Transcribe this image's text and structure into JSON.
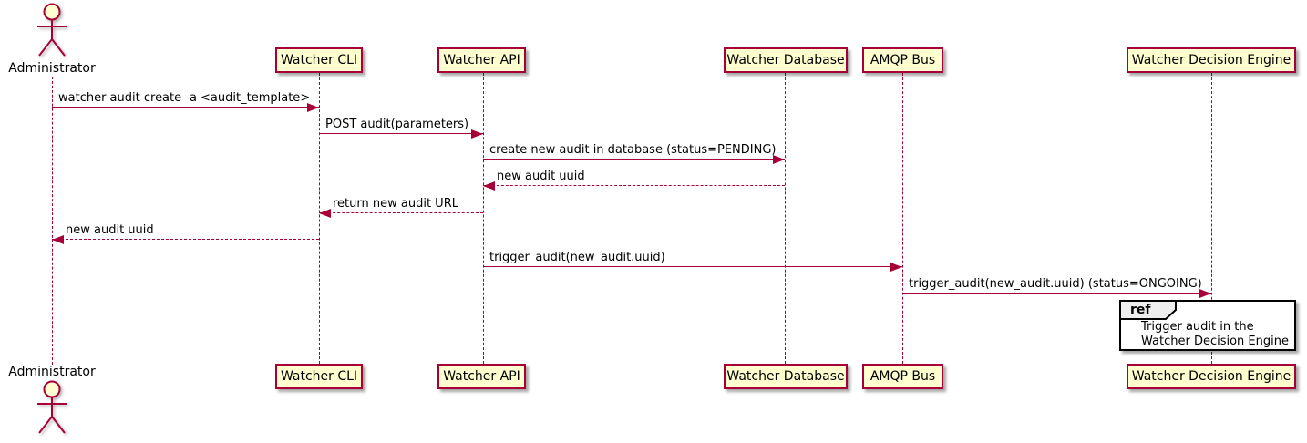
{
  "diagram": {
    "type": "sequence-diagram",
    "actor": {
      "name": "Administrator"
    },
    "participants": [
      {
        "name": "Watcher CLI"
      },
      {
        "name": "Watcher API"
      },
      {
        "name": "Watcher Database"
      },
      {
        "name": "AMQP Bus"
      },
      {
        "name": "Watcher Decision Engine"
      }
    ],
    "messages": [
      {
        "from": "Administrator",
        "to": "Watcher CLI",
        "text": "watcher audit create -a <audit_template>",
        "style": "solid"
      },
      {
        "from": "Watcher CLI",
        "to": "Watcher API",
        "text": "POST audit(parameters)",
        "style": "solid"
      },
      {
        "from": "Watcher API",
        "to": "Watcher Database",
        "text": "create new audit in database (status=PENDING)",
        "style": "solid"
      },
      {
        "from": "Watcher Database",
        "to": "Watcher API",
        "text": "new audit uuid",
        "style": "dashed"
      },
      {
        "from": "Watcher API",
        "to": "Watcher CLI",
        "text": "return new audit URL",
        "style": "dashed"
      },
      {
        "from": "Watcher CLI",
        "to": "Administrator",
        "text": "new audit uuid",
        "style": "dashed"
      },
      {
        "from": "Watcher API",
        "to": "AMQP Bus",
        "text": "trigger_audit(new_audit.uuid)",
        "style": "solid"
      },
      {
        "from": "AMQP Bus",
        "to": "Watcher Decision Engine",
        "text": "trigger_audit(new_audit.uuid) (status=ONGOING)",
        "style": "solid"
      }
    ],
    "ref": {
      "keyword": "ref",
      "over": "Watcher Decision Engine",
      "line1": "Trigger audit in the",
      "line2": "Watcher Decision Engine"
    },
    "colors": {
      "participant_fill": "#FEFECE",
      "stroke": "#A80036",
      "text": "#000000",
      "ref_border": "#000000",
      "ref_tab_fill": "#EEEEEE"
    }
  }
}
